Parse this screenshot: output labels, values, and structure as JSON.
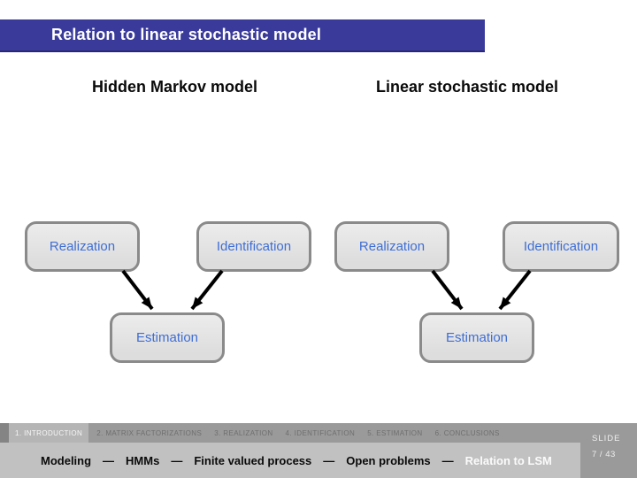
{
  "slide": {
    "title": "Relation to linear stochastic model",
    "headings": {
      "left": "Hidden Markov model",
      "right": "Linear stochastic model"
    },
    "nodes": {
      "realization": "Realization",
      "identification": "Identification",
      "estimation": "Estimation"
    },
    "footer": {
      "sections": [
        {
          "label": "1. INTRODUCTION",
          "active": true
        },
        {
          "label": "2. MATRIX FACTORIZATIONS",
          "active": false
        },
        {
          "label": "3. REALIZATION",
          "active": false
        },
        {
          "label": "4. IDENTIFICATION",
          "active": false
        },
        {
          "label": "5. ESTIMATION",
          "active": false
        },
        {
          "label": "6. CONCLUSIONS",
          "active": false
        }
      ],
      "breadcrumb": [
        {
          "label": "Modeling",
          "active": false
        },
        {
          "label": "HMMs",
          "active": false
        },
        {
          "label": "Finite valued process",
          "active": false
        },
        {
          "label": "Open problems",
          "active": false
        },
        {
          "label": "Relation to LSM",
          "active": true
        }
      ],
      "separator": "—",
      "slide_label": "SLIDE",
      "slide_number": "7 / 43"
    },
    "colors": {
      "header_bar": "#3A3A9B",
      "node_text": "#3F6ED5",
      "node_fill": "#DDDDDD",
      "node_border": "#8A8A8A",
      "footer_bg": "#9A9A9A",
      "bar_bg": "#C1C1C1",
      "active_section_bg": "#B5B5B5"
    }
  }
}
